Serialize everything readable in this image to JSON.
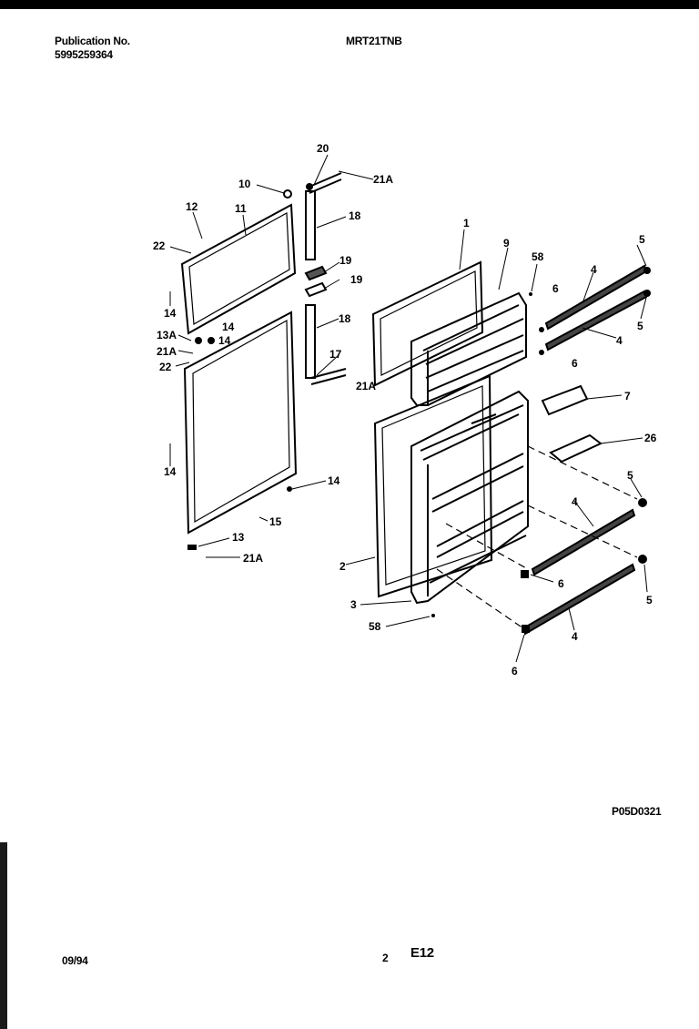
{
  "header": {
    "publication_label": "Publication No.",
    "publication_number": "5995259364",
    "model": "MRT21TNB"
  },
  "footer": {
    "date": "09/94",
    "page": "2",
    "code": "E12",
    "figure_id": "P05D0321"
  },
  "callouts": {
    "c1": "1",
    "c2": "2",
    "c3": "3",
    "c4a": "4",
    "c4b": "4",
    "c4c": "4",
    "c4d": "4",
    "c5a": "5",
    "c5b": "5",
    "c5c": "5",
    "c5d": "5",
    "c6a": "6",
    "c6b": "6",
    "c6c": "6",
    "c6d": "6",
    "c7": "7",
    "c9": "9",
    "c10": "10",
    "c11": "11",
    "c12": "12",
    "c13": "13",
    "c13a": "13A",
    "c14a": "14",
    "c14b": "14",
    "c14c": "14",
    "c14d": "14",
    "c14e": "14",
    "c15": "15",
    "c17": "17",
    "c18a": "18",
    "c18b": "18",
    "c19a": "19",
    "c19b": "19",
    "c20": "20",
    "c21a_1": "21A",
    "c21a_2": "21A",
    "c21a_3": "21A",
    "c21a_4": "21A",
    "c22a": "22",
    "c22b": "22",
    "c26": "26",
    "c58a": "58",
    "c58b": "58"
  }
}
